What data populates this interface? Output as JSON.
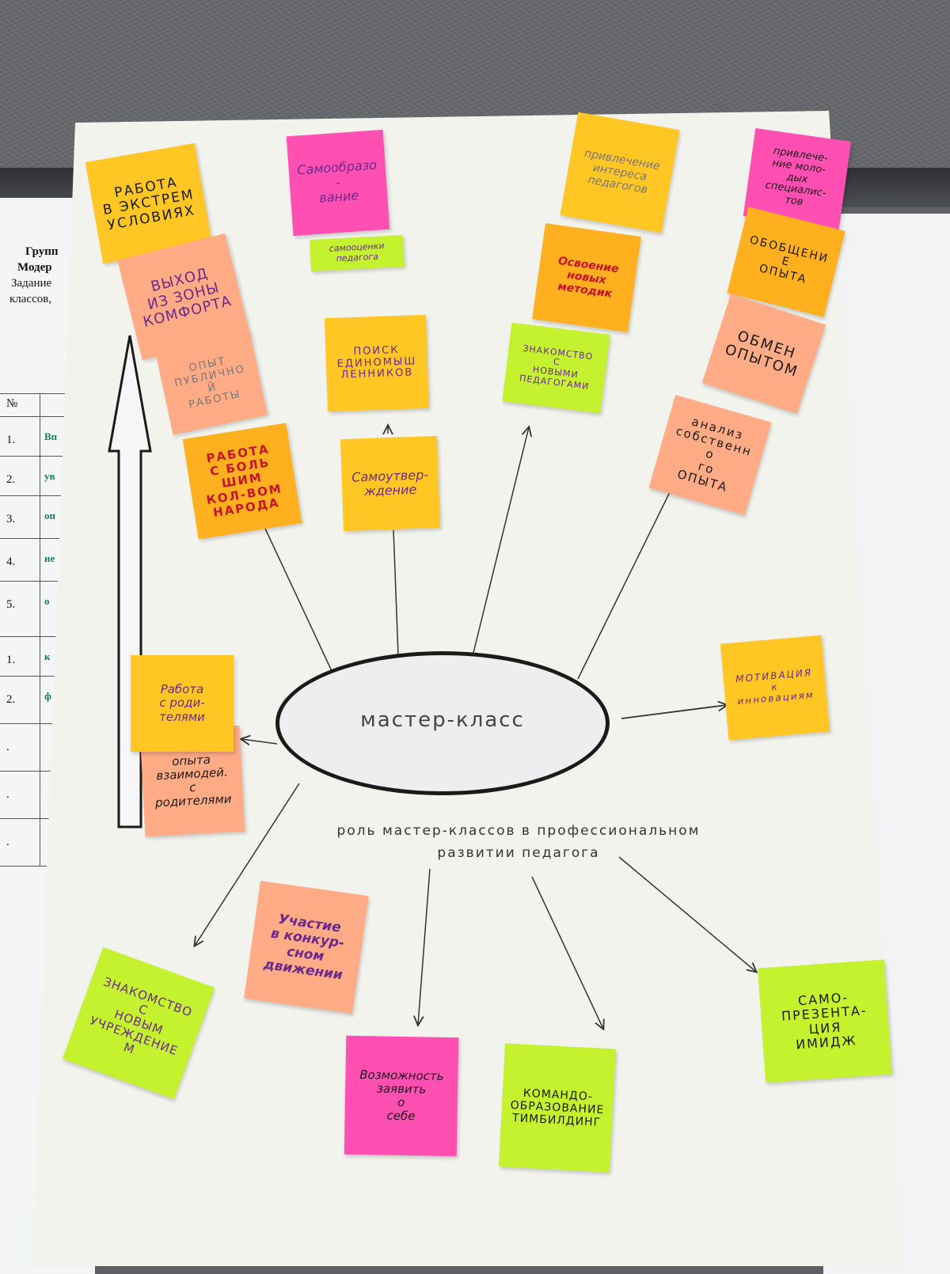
{
  "background_documents": {
    "left_header_lines": [
      "Групп",
      "Модер",
      "Задание",
      "классов,"
    ],
    "table_header": "№",
    "table_rows": [
      "1.",
      "2.",
      "3.",
      "4.",
      "5.",
      "1.",
      "2.",
      ".",
      ".",
      "."
    ],
    "table_ink": [
      "Вп",
      "ув",
      "оп",
      "не",
      "о",
      "к",
      "ф",
      "",
      "",
      ""
    ]
  },
  "poster": {
    "center_label": "мастер-класс",
    "caption_line1": "роль мастер-классов в профессиональном",
    "caption_line2": "развитии педагога"
  },
  "notes": {
    "n01": "РАБОТА\nВ ЭКСТРЕМ\nУСЛОВИЯХ",
    "n02": "ВЫХОД\nИЗ ЗОНЫ\nКОМФОРТА",
    "n03": "ОПЫТ\nПУБЛИЧНОЙ\nРАБОТЫ",
    "n04": "РАБОТА\nС БОЛЬ\nШИМ\nКОЛ-ВОМ\nНАРОДА",
    "n05": "Самообразо-\nвание",
    "n06": "самооценки\nпедагога",
    "n07": "ПОИСК\nЕДИНОМЫШ\nЛЕННИКОВ",
    "n08": "Самоутвер-\nждение",
    "n09": "привлечение\nинтереса\nпедагогов",
    "n10": "Освоение\nновых\nметодик",
    "n11": "ЗНАКОМСТВО\nС\nНОВЫМИ\nПЕДАГОГАМИ",
    "n12": "привлече-\nние моло-\nдых\nспециалис-\nтов",
    "n13": "ОБОБЩЕНИЕ\nОПЫТА",
    "n14": "ОБМЕН\nОПЫТОМ",
    "n15": "анализ\nсобственно\nго\nОПЫТА",
    "n16": "МОТИВАЦИЯ\nк\nинновациям",
    "n17": "Работа\nс роди-\nтелями",
    "n18": "опыта\nвзаимодей.\nс родителями",
    "n19": "ЗНАКОМСТВО\nС\nНОВЫМ\nУЧРЕЖДЕНИЕМ",
    "n20": "Участие\nв конкур-\nсном\nдвижении",
    "n21": "Возможность\nзаявить\nо\nсебе",
    "n22": "КОМАНДО-\nОБРАЗОВАНИЕ\nТИМБИЛДИНГ",
    "n23": "САМО-\nПРЕЗЕНТА-\nЦИЯ\nИМИДЖ"
  },
  "colors": {
    "yellow": "#ffc624",
    "orange": "#ffb01f",
    "peach": "#ffab86",
    "pink": "#ff4fb2",
    "lime": "#c5f22e",
    "poster": "#f3f3ee"
  }
}
